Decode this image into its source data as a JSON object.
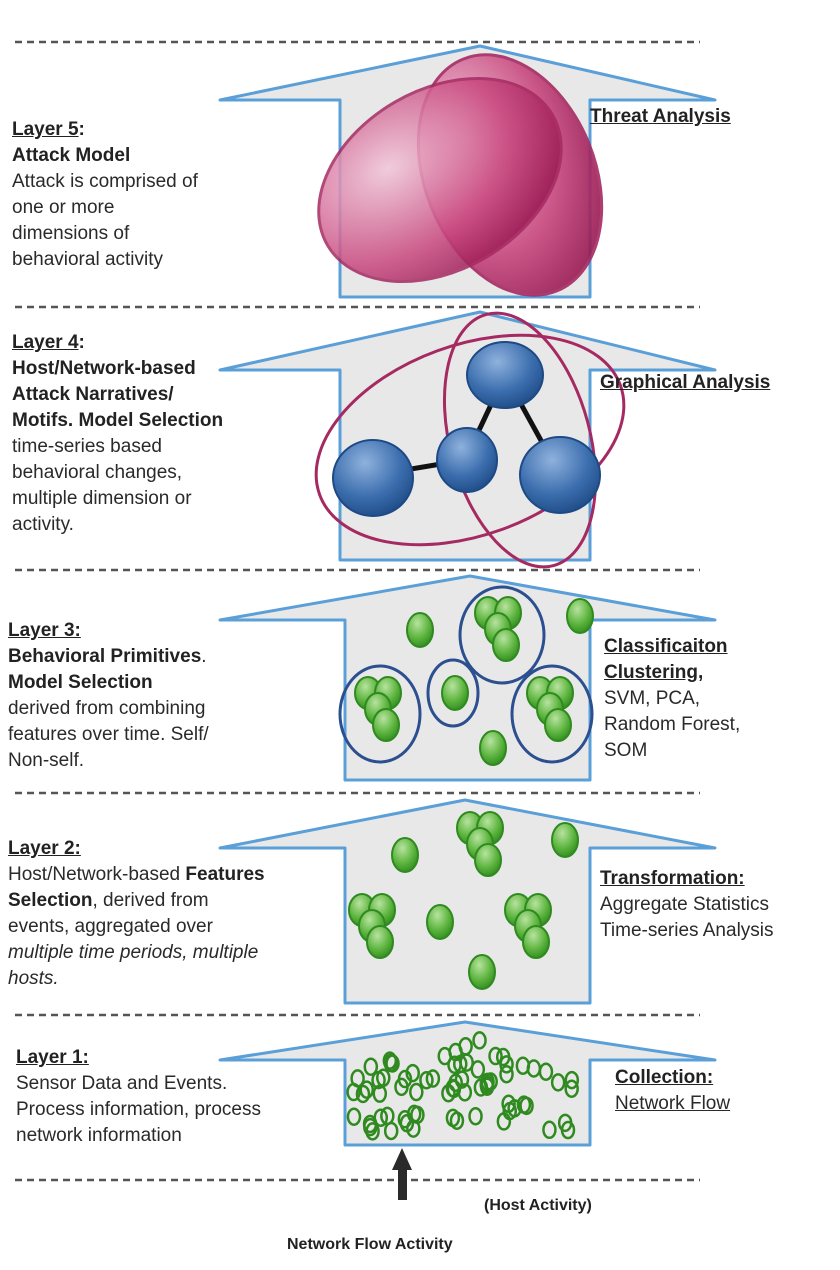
{
  "layers": [
    {
      "id": "layer5",
      "left_text": [
        [
          {
            "t": "Layer 5",
            "b": true,
            "u": true
          },
          {
            "t": ":",
            "b": true
          }
        ],
        [
          {
            "t": "Attack Model",
            "b": true
          }
        ],
        [
          {
            "t": "Attack is comprised of"
          }
        ],
        [
          {
            "t": "one or more"
          }
        ],
        [
          {
            "t": "dimensions of"
          }
        ],
        [
          {
            "t": "behavioral activity"
          }
        ]
      ],
      "right_text": [
        [
          {
            "t": "Threat Analysis",
            "b": true,
            "u": true
          }
        ]
      ]
    },
    {
      "id": "layer4",
      "left_text": [
        [
          {
            "t": "Layer 4",
            "b": true,
            "u": true
          },
          {
            "t": ":",
            "b": true
          }
        ],
        [
          {
            "t": "Host/Network-based",
            "b": true
          }
        ],
        [
          {
            "t": "Attack Narratives/",
            "b": true
          }
        ],
        [
          {
            "t": "Motifs. Model Selection",
            "b": true
          }
        ],
        [
          {
            "t": "time-series based"
          }
        ],
        [
          {
            "t": "behavioral changes,"
          }
        ],
        [
          {
            "t": "multiple dimension or"
          }
        ],
        [
          {
            "t": "activity."
          }
        ]
      ],
      "right_text": [
        [
          {
            "t": "Graphical Analysis",
            "b": true,
            "u": true
          }
        ]
      ]
    },
    {
      "id": "layer3",
      "left_text": [
        [
          {
            "t": "Layer 3:",
            "b": true,
            "u": true
          }
        ],
        [
          {
            "t": "Behavioral Primitives",
            "b": true
          },
          {
            "t": "."
          }
        ],
        [
          {
            "t": "Model Selection",
            "b": true
          }
        ],
        [
          {
            "t": "derived from combining"
          }
        ],
        [
          {
            "t": "features over time. Self/"
          }
        ],
        [
          {
            "t": "Non-self."
          }
        ]
      ],
      "right_text": [
        [
          {
            "t": "Classificaiton",
            "b": true,
            "u": true
          }
        ],
        [
          {
            "t": "Clustering,",
            "b": true,
            "u": true
          }
        ],
        [
          {
            "t": "SVM, PCA,"
          }
        ],
        [
          {
            "t": "Random Forest,"
          }
        ],
        [
          {
            "t": "SOM"
          }
        ]
      ]
    },
    {
      "id": "layer2",
      "left_text": [
        [
          {
            "t": "Layer 2:",
            "b": true,
            "u": true
          }
        ],
        [
          {
            "t": "Host/Network-based "
          },
          {
            "t": "Features",
            "b": true
          }
        ],
        [
          {
            "t": "Selection",
            "b": true
          },
          {
            "t": ", derived from"
          }
        ],
        [
          {
            "t": "events, aggregated over"
          }
        ],
        [
          {
            "t": "multiple time periods, multiple",
            "i": true
          }
        ],
        [
          {
            "t": "hosts.",
            "i": true
          }
        ]
      ],
      "right_text": [
        [
          {
            "t": "Transformation:",
            "b": true,
            "u": true
          }
        ],
        [
          {
            "t": "Aggregate Statistics"
          }
        ],
        [
          {
            "t": "Time-series Analysis"
          }
        ]
      ]
    },
    {
      "id": "layer1",
      "left_text": [
        [
          {
            "t": "Layer 1:",
            "b": true,
            "u": true
          }
        ],
        [
          {
            "t": "Sensor Data and Events."
          }
        ],
        [
          {
            "t": "Process information, process"
          }
        ],
        [
          {
            "t": "network information"
          }
        ]
      ],
      "right_text": [
        [
          {
            "t": "Collection:",
            "b": true,
            "u": true
          }
        ],
        [
          {
            "t": "Network Flow",
            "u": true
          }
        ]
      ]
    }
  ],
  "captions": {
    "host_activity": "(Host Activity)",
    "network_flow_activity": "Network Flow Activity"
  },
  "colors": {
    "arrow_outline": "#5a9fd8",
    "arrow_fill": "#e8e8e8",
    "attack_ellipse": "#b0306a",
    "node_blue": "#2d5f9e",
    "feature_green": "#3e9a2a",
    "cluster_ring": "#2c4f8f"
  }
}
